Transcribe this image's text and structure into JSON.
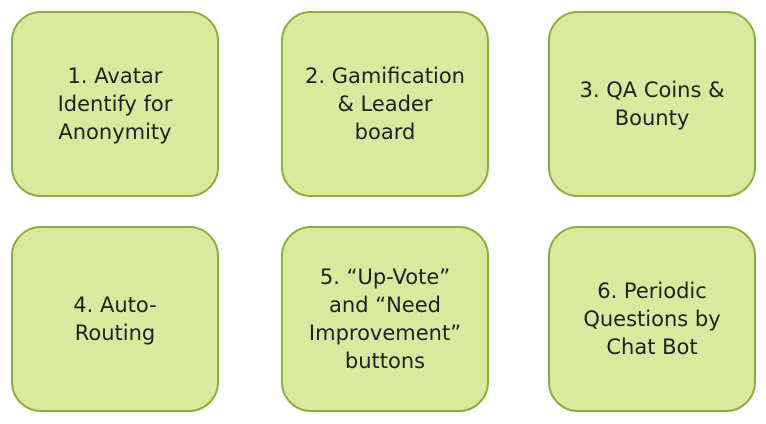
{
  "colors": {
    "box_fill": "#d9ea9f",
    "box_border": "#8dad3e",
    "text": "#1f1f1f"
  },
  "boxes": [
    {
      "label": "1. Avatar\nIdentify for\nAnonymity"
    },
    {
      "label": "2. Gamification\n& Leader\nboard"
    },
    {
      "label": "3. QA Coins &\nBounty"
    },
    {
      "label": "4. Auto-\nRouting"
    },
    {
      "label": "5. “Up-Vote”\nand “Need\nImprovement”\nbuttons"
    },
    {
      "label": "6. Periodic\nQuestions by\nChat Bot"
    }
  ]
}
